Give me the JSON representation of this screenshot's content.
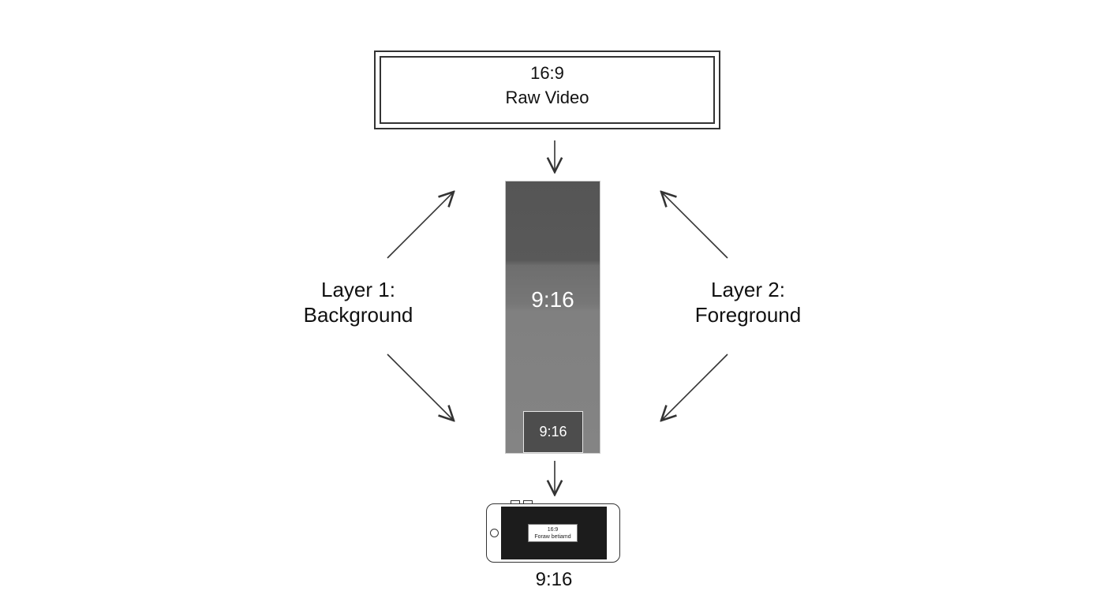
{
  "source": {
    "ratio": "16:9",
    "title": "Raw Video"
  },
  "canvas": {
    "ratio": "9:16"
  },
  "foreground": {
    "ratio": "9:16"
  },
  "layers": [
    {
      "line1": "Layer 1:",
      "line2": "Background"
    },
    {
      "line1": "Layer 2:",
      "line2": "Foreground"
    }
  ],
  "phone": {
    "card_ratio": "16:9",
    "card_title": "Foraw betiamd"
  },
  "output": {
    "ratio": "9:16"
  },
  "colors": {
    "stroke": "#333333",
    "canvas_dark": "#555555",
    "canvas_light": "#848484",
    "foreground_fill": "#4d4d4d",
    "phone_screen": "#1c1c1c",
    "text": "#111111"
  }
}
